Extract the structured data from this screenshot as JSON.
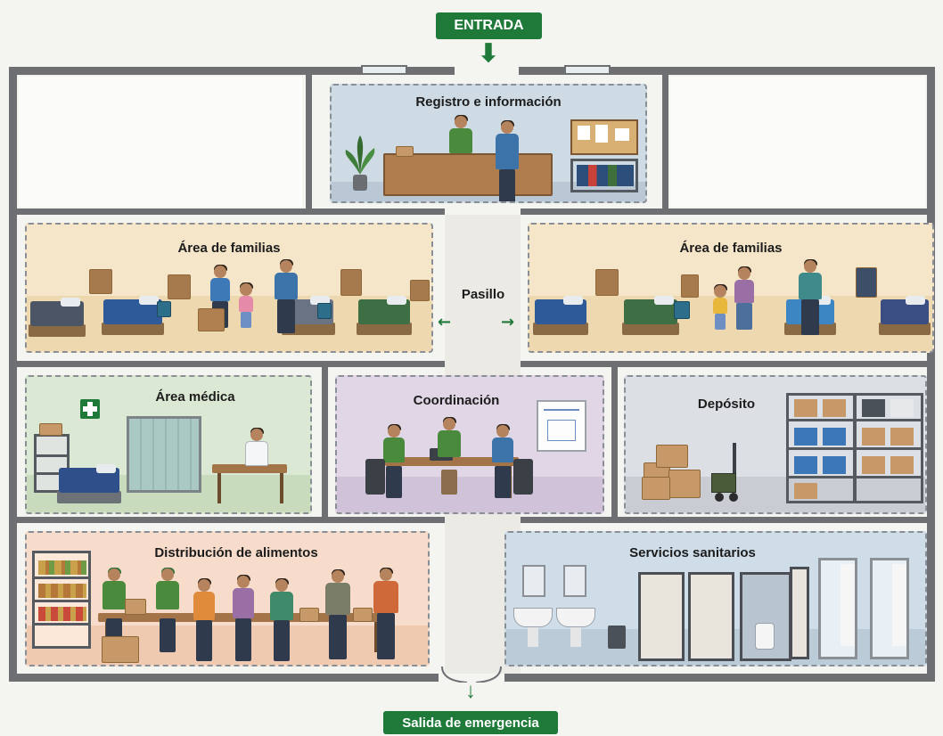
{
  "entrance": {
    "label": "ENTRADA"
  },
  "emergency_exit": {
    "label": "Salida de emergencia"
  },
  "corridor": {
    "label": "Pasillo",
    "left_arrow": "←",
    "right_arrow": "→",
    "down_arrow": "↓"
  },
  "rooms": {
    "registro": {
      "title": "Registro e información"
    },
    "familias_left": {
      "title": "Área de familias"
    },
    "familias_right": {
      "title": "Área de familias"
    },
    "medica": {
      "title": "Área médica"
    },
    "coordinacion": {
      "title": "Coordinación"
    },
    "deposito": {
      "title": "Depósito"
    },
    "alimentos": {
      "title": "Distribución de alimentos"
    },
    "sanitarios": {
      "title": "Servicios sanitarios"
    }
  },
  "icons": {
    "first_aid": "first-aid-icon",
    "plant": "plant-icon",
    "bulletin": "bulletin-board-icon"
  },
  "colors": {
    "accent_green": "#1f7a3a",
    "registro_bg": "#cfdbe4",
    "familias_bg": "#f6e6c9",
    "medica_bg": "#dbe8d3",
    "coordinacion_bg": "#e0d6e6",
    "deposito_bg": "#dcdfe4",
    "alimentos_bg": "#f7dccb",
    "sanitarios_bg": "#cfdde9"
  }
}
